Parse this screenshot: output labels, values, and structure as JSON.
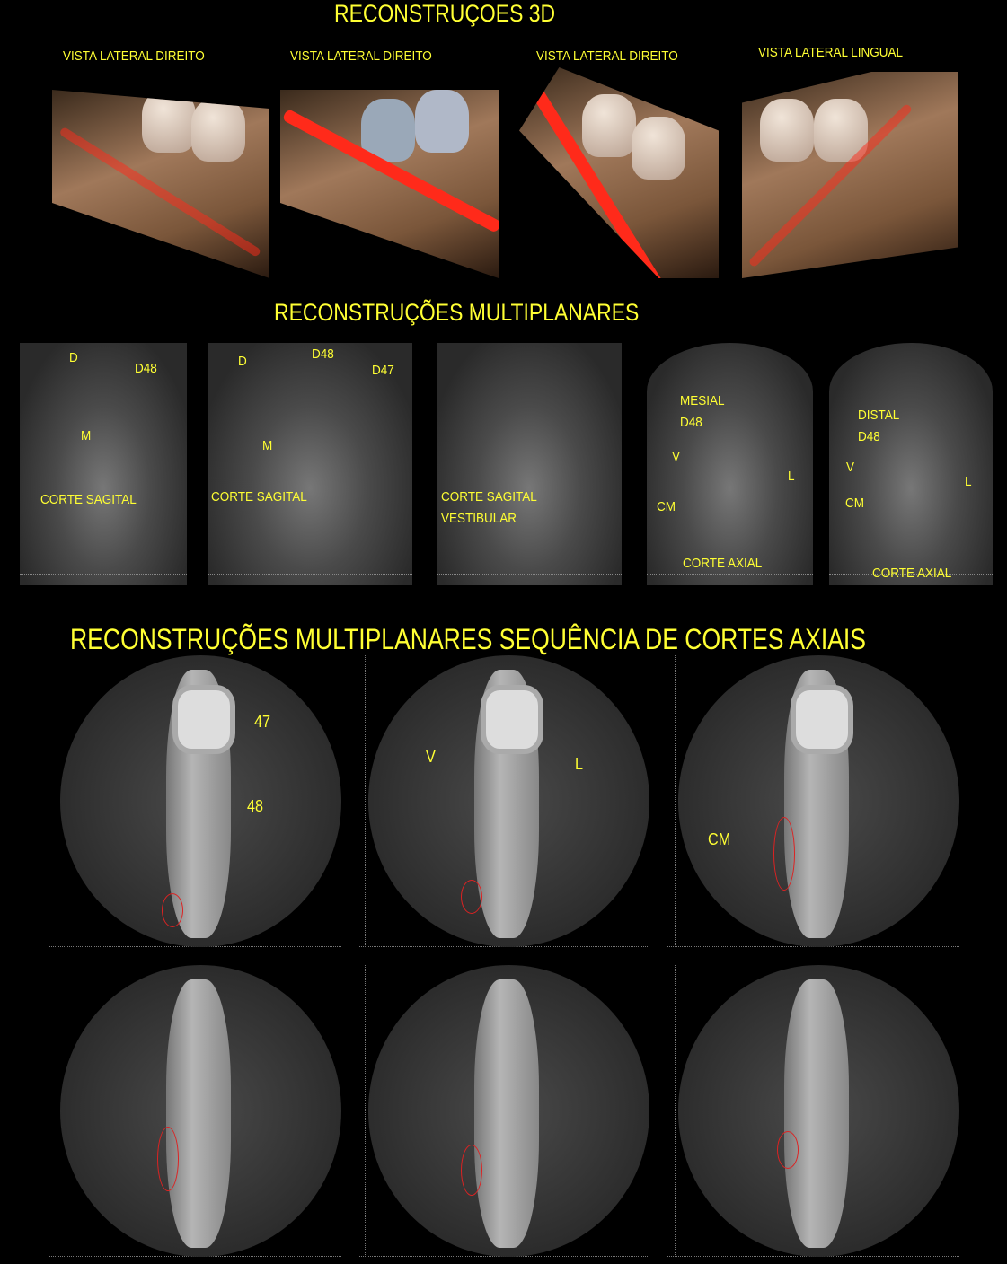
{
  "titles": {
    "recon3d": "RECONSTRUÇOES  3D",
    "multiplanar": "RECONSTRUÇÕES  MULTIPLANARES",
    "axial_sequence": "RECONSTRUÇÕES MULTIPLANARES SEQUÊNCIA DE CORTES AXIAIS"
  },
  "views3d": [
    "VISTA LATERAL DIREITO",
    "VISTA LATERAL DIREITO",
    "VISTA LATERAL DIREITO",
    "VISTA LATERAL LINGUAL"
  ],
  "mpr": [
    {
      "labels": [
        "D",
        "M",
        "D48",
        "CORTE SAGITAL"
      ]
    },
    {
      "labels": [
        "D",
        "D48",
        "D47",
        "M",
        "CORTE SAGITAL"
      ]
    },
    {
      "labels": [
        "CORTE SAGITAL",
        "VESTIBULAR"
      ]
    },
    {
      "labels": [
        "MESIAL",
        "D48",
        "V",
        "L",
        "CM",
        "CORTE AXIAL"
      ]
    },
    {
      "labels": [
        "DISTAL",
        "D48",
        "V",
        "L",
        "CM",
        "CORTE AXIAL"
      ]
    }
  ],
  "axial": {
    "row1": [
      {
        "labels": [
          "47",
          "48"
        ]
      },
      {
        "labels": [
          "V",
          "L"
        ]
      },
      {
        "labels": [
          "CM"
        ]
      }
    ]
  },
  "colors": {
    "label": "#ffff33",
    "nerve": "#ff2a1a",
    "canal_outline": "#d22222"
  }
}
